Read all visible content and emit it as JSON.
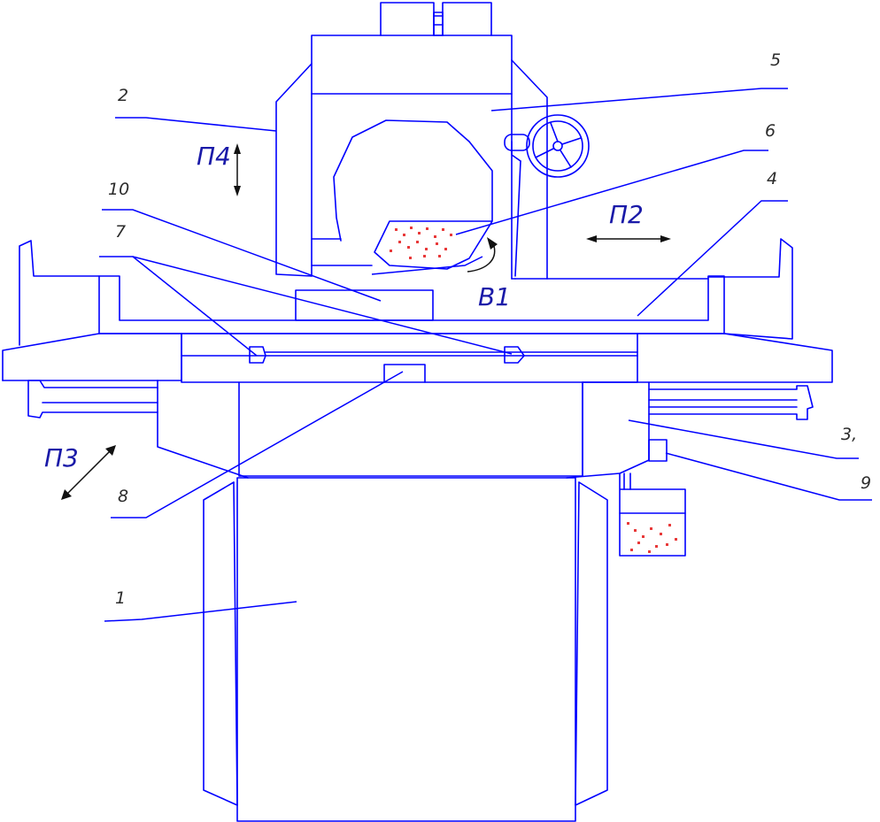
{
  "callouts": [
    {
      "id": "1",
      "label": "1"
    },
    {
      "id": "2",
      "label": "2"
    },
    {
      "id": "3",
      "label": "3,"
    },
    {
      "id": "4",
      "label": "4"
    },
    {
      "id": "5",
      "label": "5"
    },
    {
      "id": "6",
      "label": "6"
    },
    {
      "id": "7",
      "label": "7"
    },
    {
      "id": "8",
      "label": "8"
    },
    {
      "id": "9",
      "label": "9"
    },
    {
      "id": "10",
      "label": "10"
    }
  ],
  "motions": {
    "p2": "П2",
    "p3": "П3",
    "p4": "П4",
    "b1": "В1"
  },
  "colors": {
    "outline": "#0000ff",
    "abrasive_dots": "#e83a3a",
    "arrows": "#111111"
  }
}
